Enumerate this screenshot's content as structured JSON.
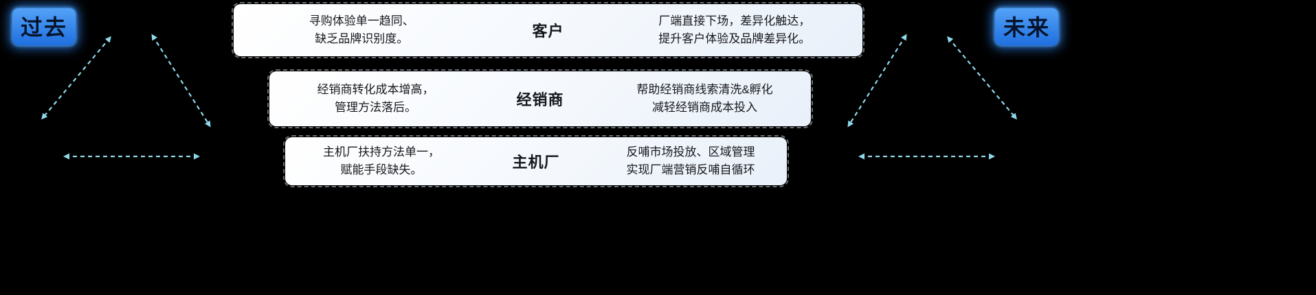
{
  "labels": {
    "past": "过去",
    "future": "未来"
  },
  "rows": [
    {
      "left": "寻购体验单一趋同、\n缺乏品牌识别度。",
      "center": "客户",
      "right": "厂端直接下场，差异化触达，\n提升客户体验及品牌差异化。"
    },
    {
      "left": "经销商转化成本增高，\n管理方法落后。",
      "center": "经销商",
      "right": "帮助经销商线索清洗&孵化\n减轻经销商成本投入"
    },
    {
      "left": "主机厂扶持方法单一，\n赋能手段缺失。",
      "center": "主机厂",
      "right": "反哺市场投放、区域管理\n实现厂端营销反哺自循环"
    }
  ],
  "colors": {
    "background": "#000000",
    "arrow": "#8fd9ec",
    "tag_bg": "#2e86f0",
    "tag_text": "#06132b",
    "box_text": "#16181c"
  }
}
